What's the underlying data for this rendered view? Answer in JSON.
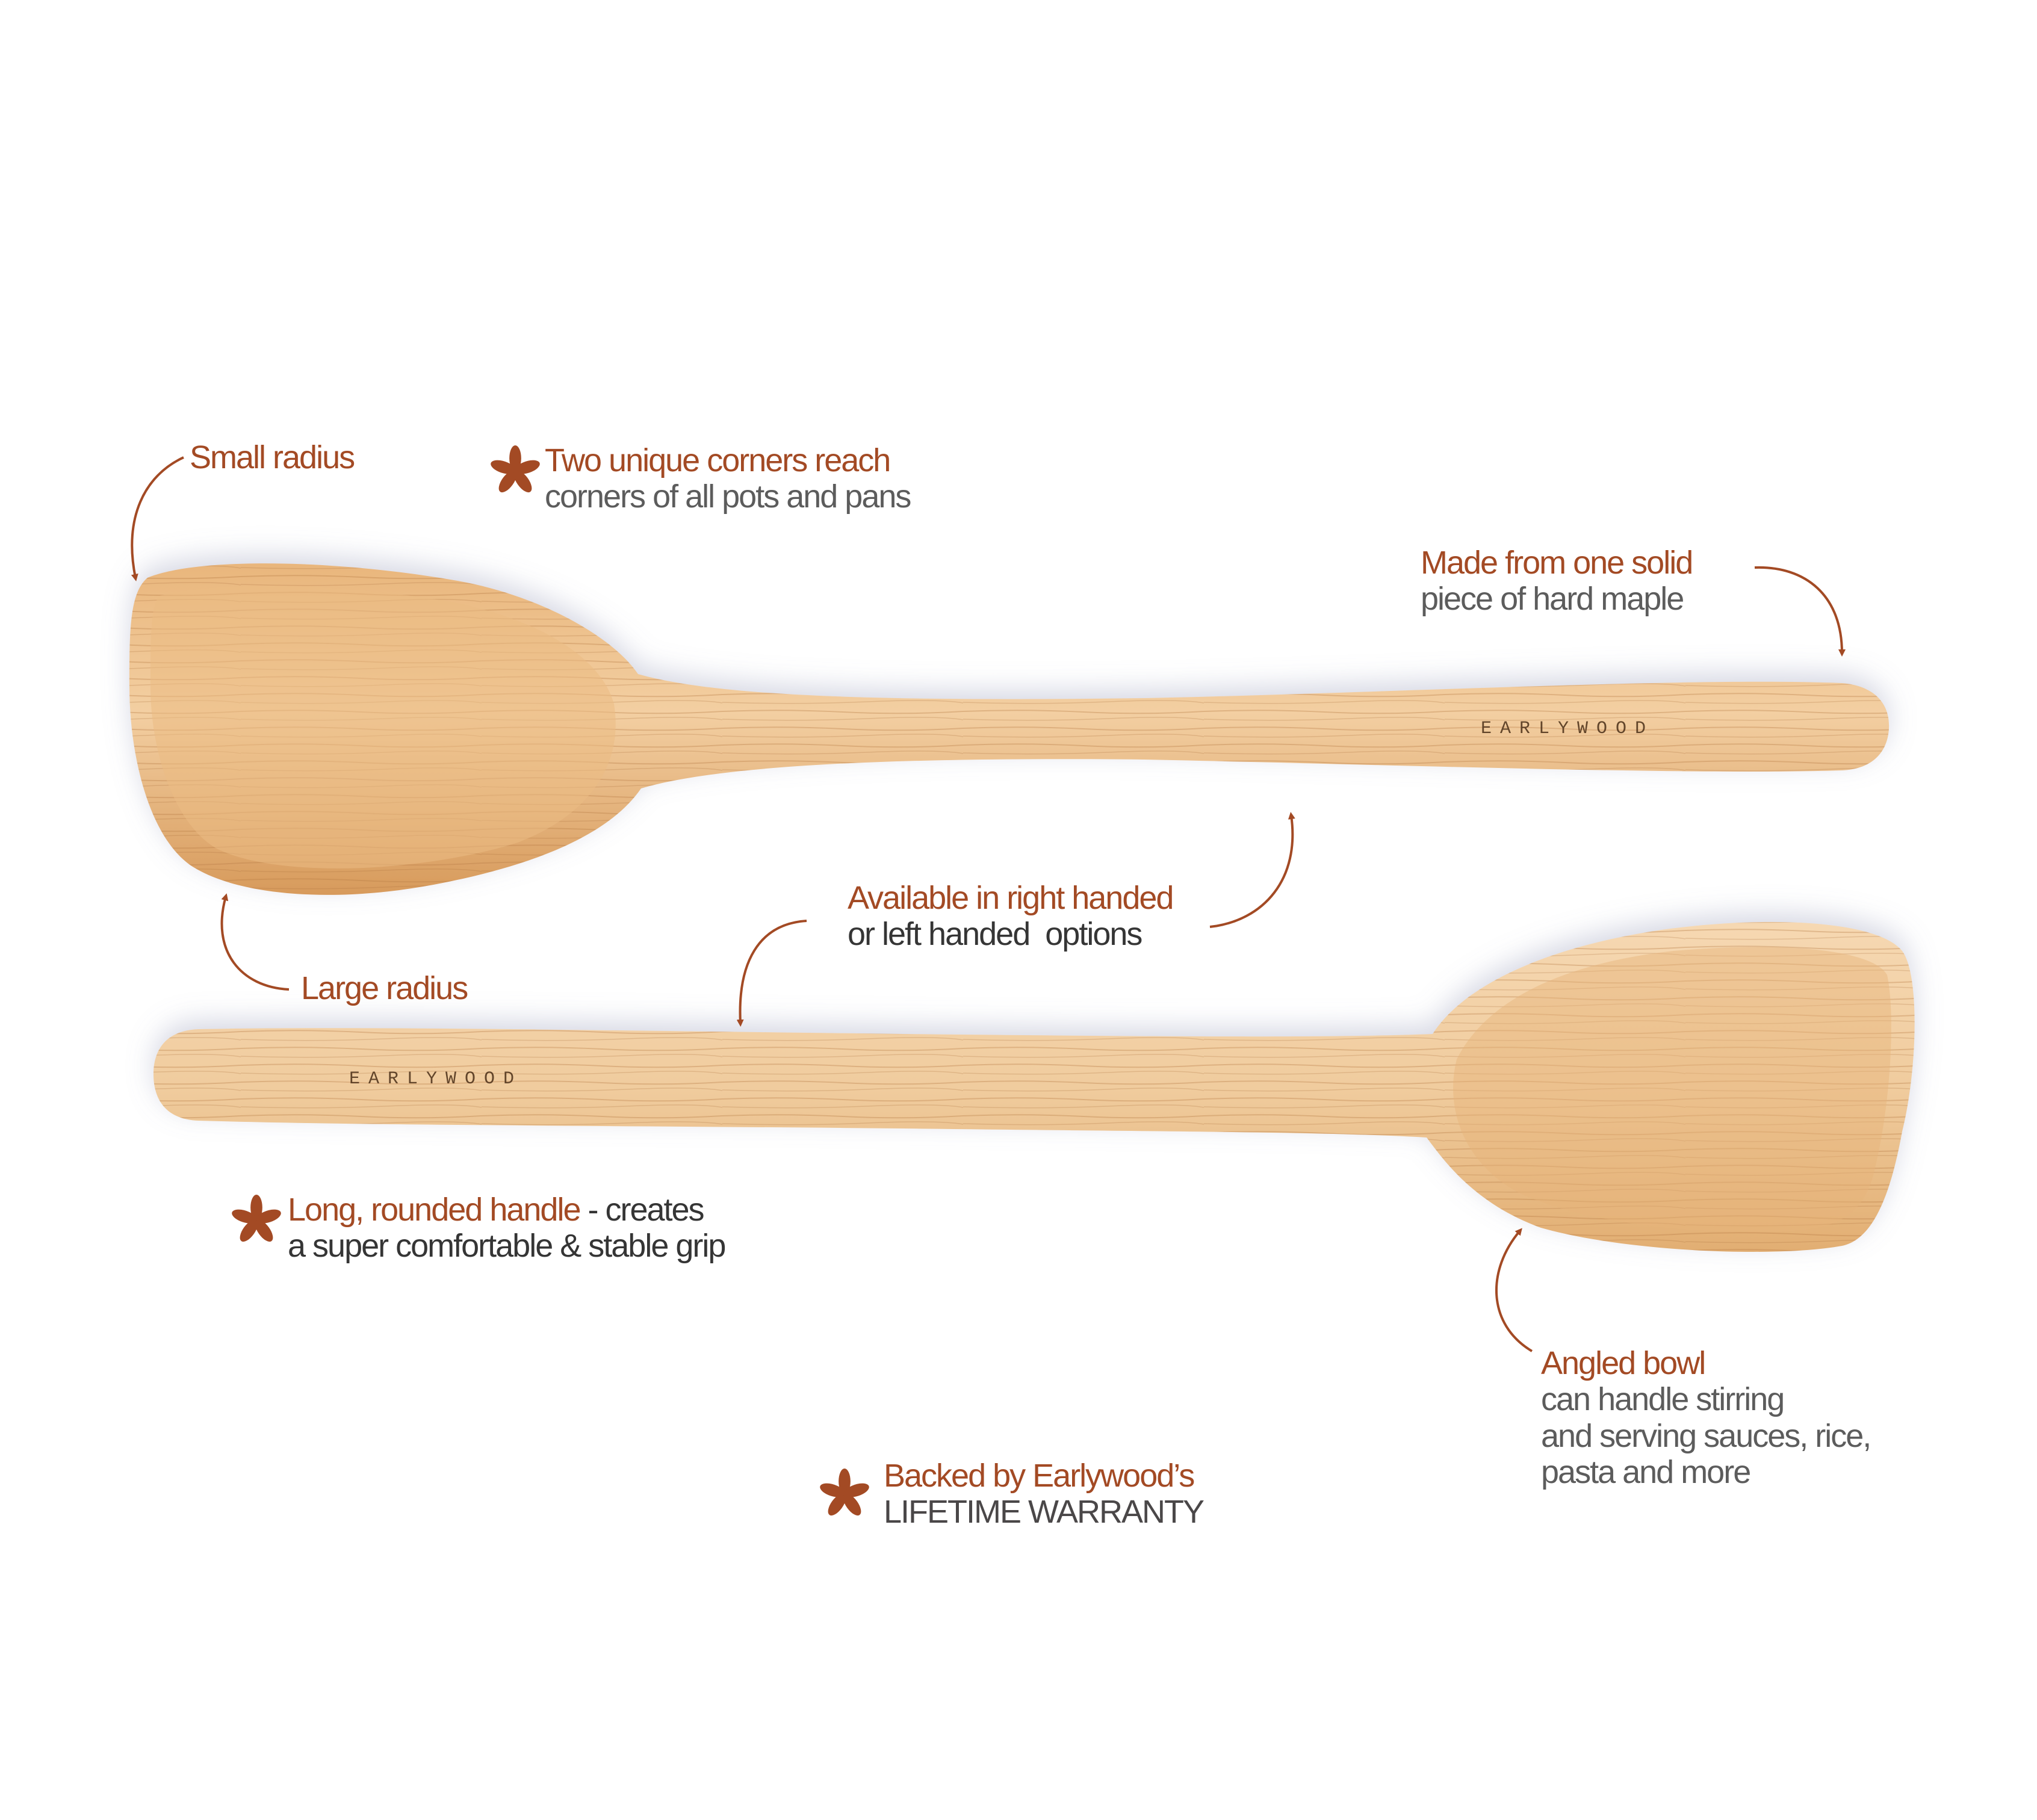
{
  "brand": "EARLYWOOD",
  "colors": {
    "accent": "#A34A24",
    "secondary_text": "#5c5c5c",
    "dark_text": "#353535",
    "wood_light": "#F2C999",
    "wood_mid": "#E3AE73",
    "wood_dark": "#C98A4E",
    "background": "#FFFFFF"
  },
  "callouts": {
    "small_radius": {
      "title": "Small radius"
    },
    "two_corners": {
      "icon": "asterisk-icon",
      "title": "Two unique corners reach",
      "body": "corners of all pots and pans"
    },
    "solid_maple": {
      "title": "Made from one solid",
      "body": "piece of hard maple"
    },
    "handed": {
      "title": "Available in right handed",
      "body": "or left handed  options"
    },
    "large_radius": {
      "title": "Large radius"
    },
    "handle": {
      "icon": "asterisk-icon",
      "title": "Long, rounded handle",
      "suffix": " - creates",
      "body": "a super comfortable & stable grip"
    },
    "angled_bowl": {
      "title": "Angled bowl",
      "body_lines": [
        "can handle stirring",
        "and serving sauces, rice,",
        "pasta and more"
      ]
    },
    "warranty": {
      "icon": "asterisk-icon",
      "title": "Backed by Earlywood’s",
      "body": "LIFETIME WARRANTY"
    }
  },
  "spoons": [
    {
      "name": "right-handed-spoon",
      "stamp": "EARLYWOOD"
    },
    {
      "name": "left-handed-spoon",
      "stamp": "EARLYWOOD"
    }
  ]
}
